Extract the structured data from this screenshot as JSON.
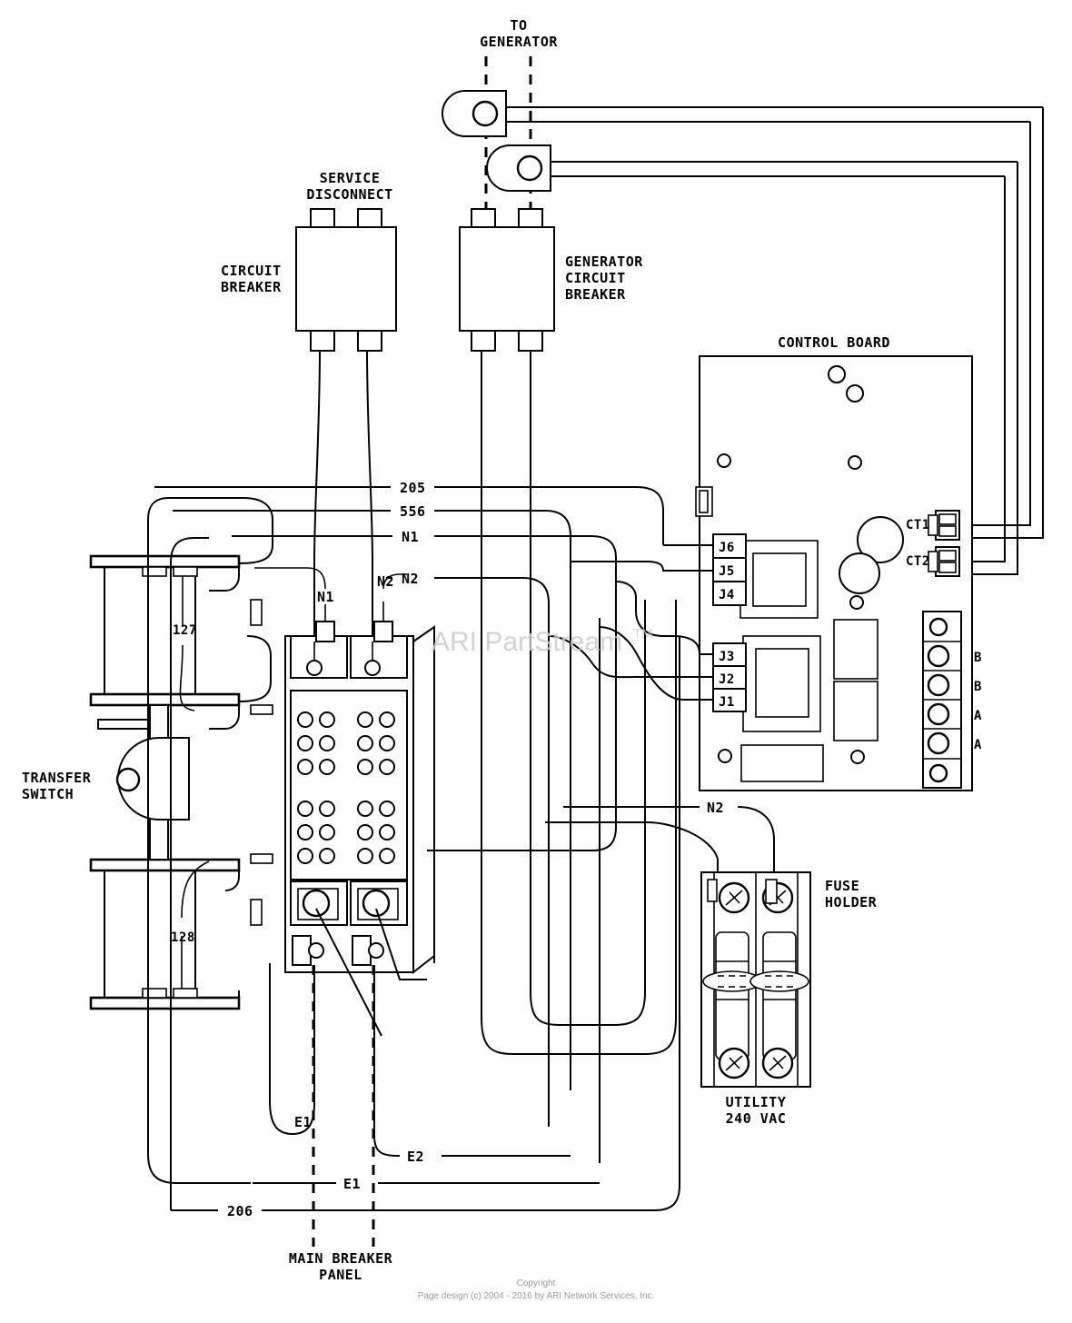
{
  "diagram": {
    "title_watermark": "ARI PartStream",
    "watermark_tm": "TM",
    "labels": {
      "to_generator": "TO\nGENERATOR",
      "to_generator_l1": "TO",
      "to_generator_l2": "GENERATOR",
      "service_disconnect_l1": "SERVICE",
      "service_disconnect_l2": "DISCONNECT",
      "circuit_breaker_l1": "CIRCUIT",
      "circuit_breaker_l2": "BREAKER",
      "generator_cb_l1": "GENERATOR",
      "generator_cb_l2": "CIRCUIT",
      "generator_cb_l3": "BREAKER",
      "control_board": "CONTROL BOARD",
      "transfer_switch_l1": "TRANSFER",
      "transfer_switch_l2": "SWITCH",
      "fuse_holder_l1": "FUSE",
      "fuse_holder_l2": "HOLDER",
      "utility_l1": "UTILITY",
      "utility_l2": "240 VAC",
      "main_breaker_panel_l1": "MAIN BREAKER",
      "main_breaker_panel_l2": "PANEL"
    },
    "coil_labels": [
      "127",
      "128"
    ],
    "wire_labels": {
      "w205": "205",
      "w556": "556",
      "wN1_bus": "N1",
      "wN2_bus": "N2",
      "wN1_term": "N1",
      "wN2_term": "N2",
      "wN2_lower": "N2",
      "wE1_upper": "E1",
      "wE2": "E2",
      "wE1_lower": "E1",
      "w206": "206"
    },
    "connector_labels": {
      "j6": "J6",
      "j5": "J5",
      "j4": "J4",
      "j3": "J3",
      "j2": "J2",
      "j1": "J1",
      "ct1": "CT1",
      "ct2": "CT2"
    },
    "terminal_block_labels": [
      "B",
      "B",
      "A",
      "A"
    ],
    "footer": {
      "line1": "Copyright",
      "line2": "Page design (c) 2004 - 2016 by ARI Network Services, Inc."
    },
    "colors": {
      "line": "#000000",
      "background": "#ffffff",
      "watermark": "#cccccc",
      "footer_text": "#9a9a9a"
    }
  }
}
